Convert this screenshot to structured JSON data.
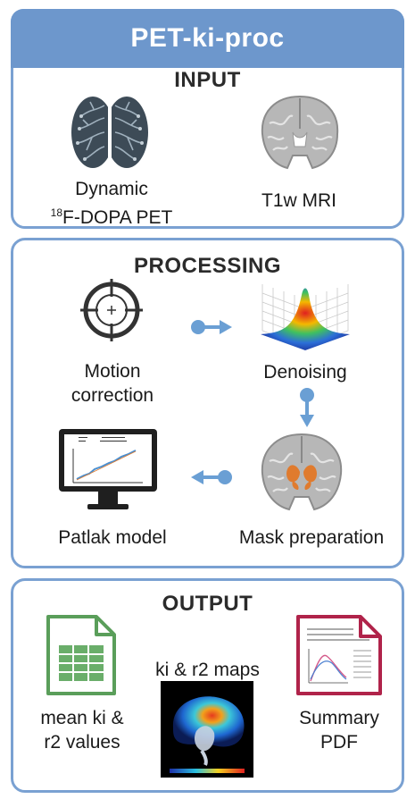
{
  "app_title": "PET-ki-proc",
  "input": {
    "title": "INPUT",
    "pet_label_line1": "Dynamic",
    "pet_label_sup": "18",
    "pet_label_line2": "F-DOPA PET",
    "mri_label": "T1w MRI"
  },
  "processing": {
    "title": "PROCESSING",
    "motion_label_line1": "Motion",
    "motion_label_line2": "correction",
    "denoise_label": "Denoising",
    "mask_label": "Mask preparation",
    "patlak_label": "Patlak model"
  },
  "output": {
    "title": "OUTPUT",
    "table_label_line1": "mean ki &",
    "table_label_line2": "r2 values",
    "maps_label": "ki & r2 maps",
    "pdf_label_line1": "Summary",
    "pdf_label_line2": "PDF"
  },
  "colors": {
    "accent": "#6d97cc",
    "border": "#7aa1d2",
    "arrow": "#6a9fd4",
    "mask": "#e07b2e",
    "pdf": "#b0234a",
    "sheet": "#5a9e5a"
  }
}
